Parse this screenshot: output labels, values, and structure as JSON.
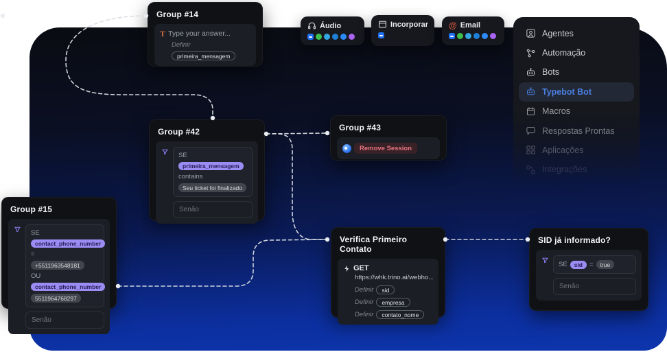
{
  "colors": {
    "accent_purple": "#9b8cf3",
    "active_blue": "#4b7fe0",
    "canvas_top": "#0a0c12",
    "canvas_bottom": "#0d35ad"
  },
  "sidebar": {
    "items": [
      {
        "label": "Agentes",
        "icon": "user-square"
      },
      {
        "label": "Automação",
        "icon": "workflow"
      },
      {
        "label": "Bots",
        "icon": "robot"
      },
      {
        "label": "Typebot Bot",
        "icon": "robot",
        "active": true
      },
      {
        "label": "Macros",
        "icon": "calendar"
      },
      {
        "label": "Respostas Prontas",
        "icon": "message-square"
      },
      {
        "label": "Aplicações",
        "icon": "apps-grid"
      },
      {
        "label": "Integrações",
        "icon": "plug"
      }
    ]
  },
  "mini_cards": {
    "audio": {
      "label": "Áudio",
      "icon": "headphones",
      "channel_icons": [
        "chat-blue",
        "whatsapp",
        "telegram",
        "blue",
        "messenger",
        "instagram"
      ]
    },
    "embed": {
      "label": "Incorporar",
      "icon": "browser-window",
      "channel_icons": [
        "chat-blue"
      ]
    },
    "email": {
      "label": "Email",
      "icon": "at-sign",
      "channel_icons": [
        "chat-blue",
        "whatsapp",
        "telegram",
        "blue",
        "messenger",
        "instagram"
      ]
    }
  },
  "group14": {
    "title": "Group #14",
    "input_placeholder": "Type your answer...",
    "define_label": "Definir",
    "variable": "primeira_mensagem"
  },
  "group42": {
    "title": "Group #42",
    "if_label": "SE",
    "variable": "primeira_mensagem",
    "operator": "contains",
    "value": "Seu ticket foi finalizado",
    "else_label": "Senão"
  },
  "group43": {
    "title": "Group #43",
    "action_label": "Remove Session"
  },
  "group15": {
    "title": "Group #15",
    "if_label": "SE",
    "variable_1": "contact_phone_number",
    "equals": "=",
    "value_1": "+5511963548181",
    "or_label": "OU",
    "variable_2": "contact_phone_number",
    "value_2": "5511964768297",
    "else_label": "Senão"
  },
  "verifica": {
    "title": "Verifica Primeiro Contato",
    "method": "GET",
    "url": "https://whk.trino.ai/webho...",
    "define_label": "Definir",
    "set_variables": [
      "sid",
      "empresa",
      "contato_nome"
    ]
  },
  "sid_card": {
    "title": "SID já informado?",
    "if_label": "SE",
    "variable": "sid",
    "equals": "=",
    "value": "true",
    "else_label": "Senão"
  }
}
